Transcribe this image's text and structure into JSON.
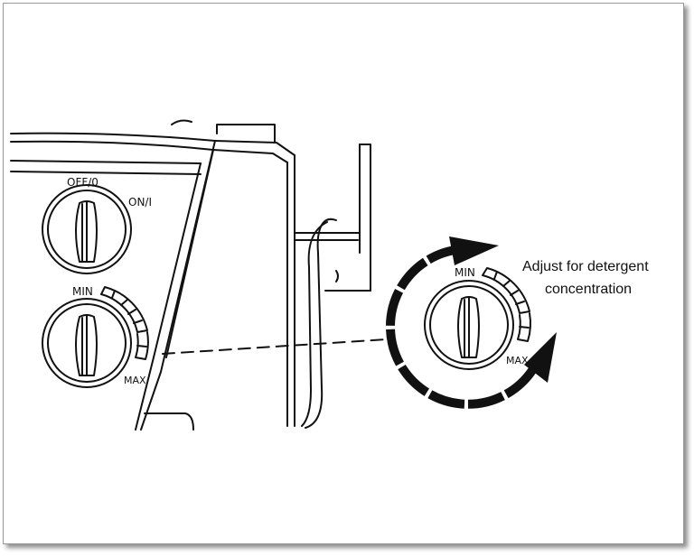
{
  "labels": {
    "off": "OFF/0",
    "on": "ON/I",
    "min_left": "MIN",
    "max_left": "MAX",
    "min_right": "MIN",
    "max_right": "MAX",
    "callout_line1": "Adjust for detergent",
    "callout_line2": "concentration"
  },
  "colors": {
    "line": "#111111",
    "frame": "#9a9a9a",
    "background": "#ffffff"
  },
  "icons": {
    "rotation_arrow": "clockwise-arrow-icon"
  }
}
